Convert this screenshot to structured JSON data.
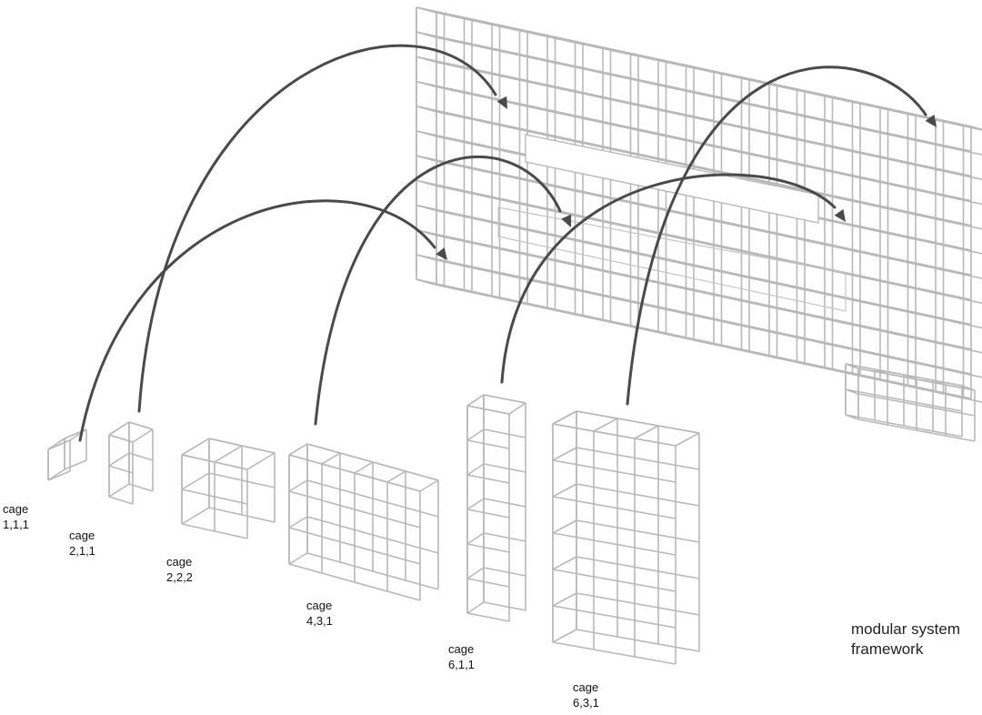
{
  "caption": {
    "line1": "modular system",
    "line2": "framework"
  },
  "cages": [
    {
      "name": "cage",
      "dims": "1,1,1"
    },
    {
      "name": "cage",
      "dims": "2,1,1"
    },
    {
      "name": "cage",
      "dims": "2,2,2"
    },
    {
      "name": "cage",
      "dims": "4,3,1"
    },
    {
      "name": "cage",
      "dims": "6,1,1"
    },
    {
      "name": "cage",
      "dims": "6,3,1"
    }
  ],
  "colors": {
    "frame": "#b8b8b8",
    "arrow": "#4a4a4a"
  },
  "arrow_icon": "arrow-head-icon"
}
